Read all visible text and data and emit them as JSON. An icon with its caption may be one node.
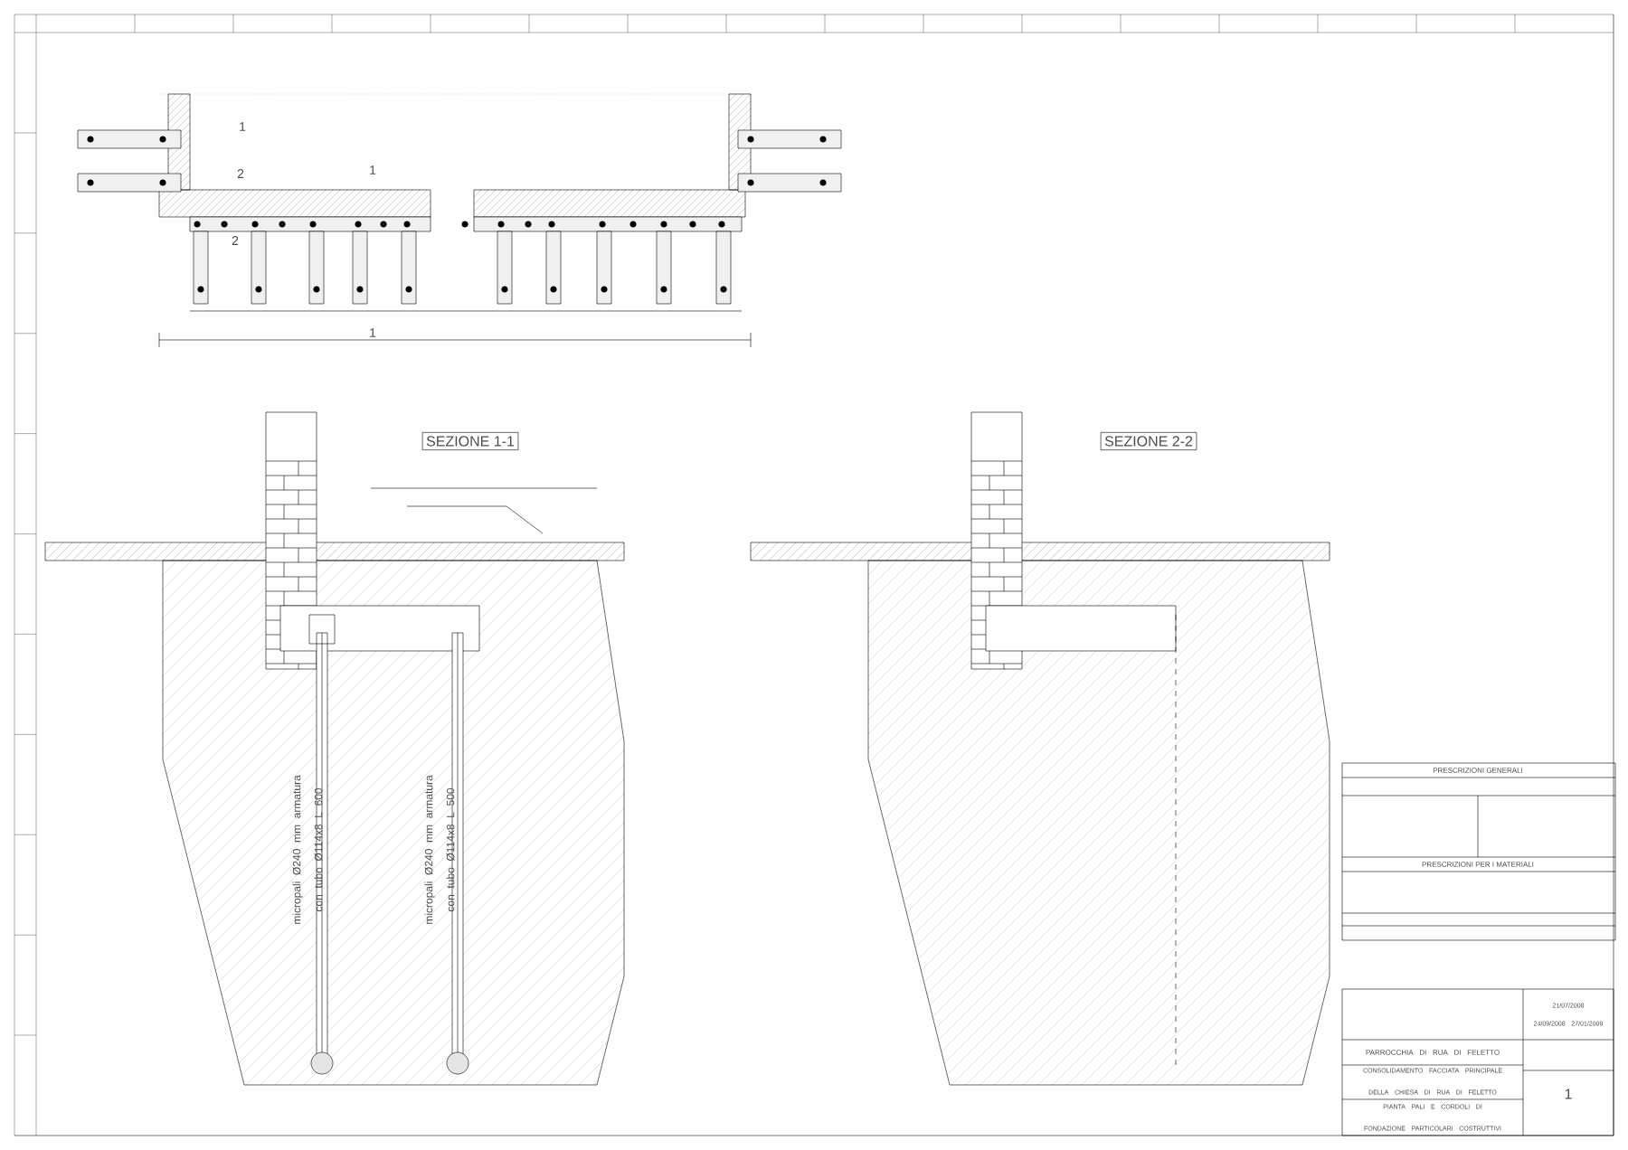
{
  "diagram": {
    "nodes": [
      {
        "text": [
          "SEZIONE 1-1"
        ]
      },
      {
        "text": [
          "SEZIONE 2-2"
        ]
      },
      {
        "text": [
          "PARROCCHIA DI RUA DI FELETTO"
        ]
      },
      {
        "text": [
          "CONSOLIDAMENTO FACCIATA PRINCIPALE DELLA CHIESA DI RUA DI FELETTO"
        ]
      },
      {
        "text": [
          "PIANTA PALI E CORDOLI DI FONDAZIONE PARTICOLARI COSTRUTTIVI"
        ]
      },
      {
        "text": [
          "21/07/2008"
        ]
      },
      {
        "text": [
          "24/09/2008 27/01/2009"
        ]
      },
      {
        "text": [
          "1"
        ]
      }
    ],
    "labels": [
      "1",
      "2",
      "1",
      "2",
      "1",
      "micropali Ø240 mm armatura con tubo Ø114x8 L 600",
      "micropali Ø240 mm armatura con tubo Ø114x8 L 500",
      "PRESCRIZIONI GENERALI",
      "PRESCRIZIONI PER I MATERIALI"
    ]
  }
}
